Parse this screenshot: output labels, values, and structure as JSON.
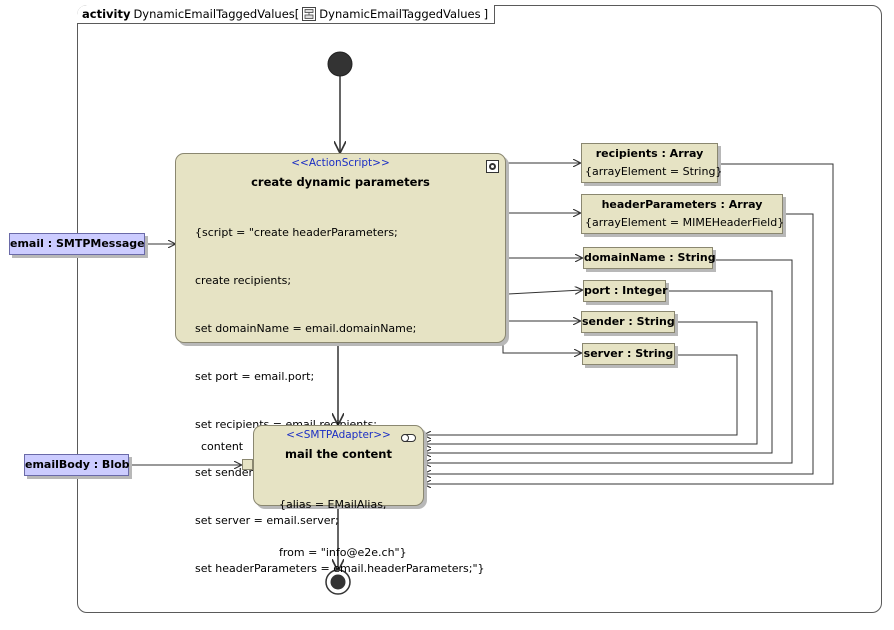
{
  "frame": {
    "keyword": "activity",
    "name": "DynamicEmailTaggedValues[",
    "ref": "DynamicEmailTaggedValues",
    "close": "]"
  },
  "action_script": {
    "stereotype": "<<ActionScript>>",
    "name": "create dynamic parameters",
    "lines": [
      "{script = \"create headerParameters;",
      "create recipients;",
      "set domainName = email.domainName;",
      "set port = email.port;",
      "set recipients = email.recipients;",
      "set sender = email.sender;",
      "set server = email.server;",
      "set headerParameters = email.headerParameters;\"}"
    ]
  },
  "smtp_adapter": {
    "stereotype": "<<SMTPAdapter>>",
    "name": "mail the content",
    "lines": [
      "{alias = EMailAlias,",
      "from = \"info@e2e.ch\"}"
    ]
  },
  "output_pins": {
    "recipients": {
      "title": "recipients : Array",
      "sub": "{arrayElement = String}"
    },
    "header_parameters": {
      "title": "headerParameters : Array",
      "sub": "{arrayElement = MIMEHeaderField}"
    },
    "domain_name": {
      "title": "domainName : String"
    },
    "port": {
      "title": "port : Integer"
    },
    "sender": {
      "title": "sender : String"
    },
    "server": {
      "title": "server : String"
    }
  },
  "parameters": {
    "email": "email : SMTPMessage",
    "email_body": "emailBody : Blob"
  },
  "content_pin_label": "content",
  "colors": {
    "action_fill": "#e6e3c4",
    "parameter_fill": "#ccccff",
    "stereotype_text": "#1b2ec4",
    "line": "#333333"
  }
}
